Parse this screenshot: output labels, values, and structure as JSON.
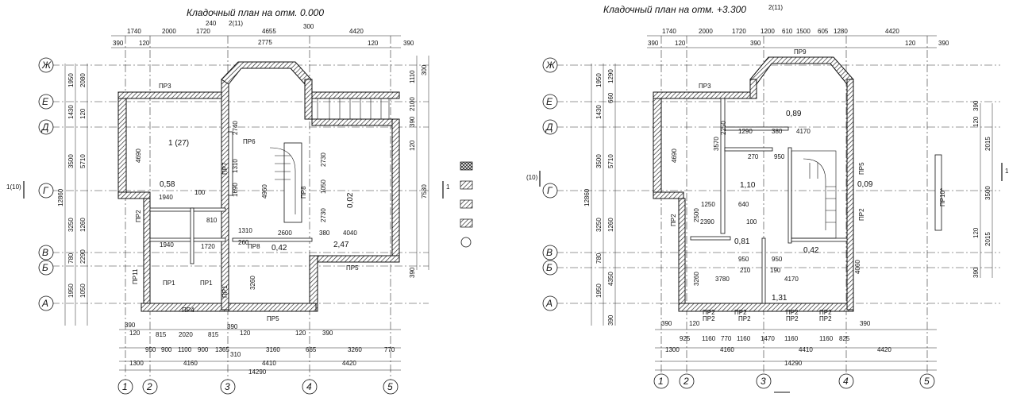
{
  "plans": [
    {
      "title": "Кладочный план на отм. 0.000",
      "axes_letters": [
        "Ж",
        "Е",
        "Д",
        "Г",
        "В",
        "Б",
        "А"
      ],
      "axes_numbers": [
        "1",
        "2",
        "3",
        "4",
        "5"
      ],
      "marks": [
        "1(10)",
        "2(11)",
        "1"
      ],
      "top_dims_1": [
        "1740",
        "2000",
        "1720",
        "240",
        "4655",
        "300",
        "4420"
      ],
      "top_dims_2": [
        "390",
        "120",
        "2775",
        "120",
        "390"
      ],
      "bottom_dims_1": [
        "390",
        "120",
        "815",
        "2020",
        "815",
        "390",
        "120",
        "120",
        "390"
      ],
      "bottom_dims_2": [
        "950",
        "900",
        "1100",
        "900",
        "1365",
        "3160",
        "665",
        "3260",
        "770"
      ],
      "bottom_dims_3": [
        "1300",
        "4160",
        "4410",
        "4420"
      ],
      "bottom_total": "14290",
      "left_dims_1": [
        "1950",
        "1430",
        "3500",
        "3250",
        "780",
        "1950"
      ],
      "left_dims_2": [
        "2080",
        "120",
        "5710",
        "1260",
        "2290",
        "1050"
      ],
      "left_total": "12860",
      "right_dims": [
        "1110",
        "300",
        "2100",
        "390",
        "7530",
        "120",
        "390"
      ],
      "room_labels": [
        "1 (27)",
        "0,58",
        "0,42",
        "2,47",
        "0,02"
      ],
      "openings": [
        "ПР3",
        "ПР6",
        "ПР7",
        "ПР8",
        "ПР8",
        "ПР2",
        "ПР1",
        "ПР1",
        "ПР1",
        "ПР4",
        "ПР5",
        "ПР5",
        "ПР11"
      ],
      "inner_dims": [
        "4690",
        "2740",
        "1310",
        "1690",
        "4960",
        "2730",
        "1050",
        "2730",
        "1940",
        "1940",
        "1720",
        "3260",
        "2600",
        "4040",
        "380",
        "310",
        "810",
        "1310",
        "260",
        "100"
      ]
    },
    {
      "title": "Кладочный план на отм. +3.300",
      "axes_letters": [
        "Ж",
        "Е",
        "Д",
        "Г",
        "В",
        "Б",
        "А"
      ],
      "axes_numbers": [
        "1",
        "2",
        "3",
        "4",
        "5"
      ],
      "marks": [
        "(10)",
        "2(11)",
        "1",
        "ПР10*"
      ],
      "top_dims_1": [
        "1740",
        "2000",
        "1720",
        "1200",
        "610",
        "1500",
        "605",
        "1280",
        "4420"
      ],
      "top_dims_2": [
        "390",
        "120",
        "390",
        "120",
        "390"
      ],
      "bottom_dims_1": [
        "390",
        "120",
        "ПР2",
        "ПР2",
        "ПР2",
        "ПР2",
        "390"
      ],
      "bottom_dims_2": [
        "925",
        "1160",
        "770",
        "1160",
        "1470",
        "1160",
        "1160",
        "825"
      ],
      "bottom_dims_3": [
        "1300",
        "4160",
        "4410",
        "4420"
      ],
      "bottom_total": "14290",
      "left_dims_1": [
        "1950",
        "1430",
        "3500",
        "3250",
        "780",
        "1950"
      ],
      "left_dims_2": [
        "1290",
        "660",
        "5710",
        "1260",
        "4350",
        "390"
      ],
      "left_total": "12860",
      "right_dims": [
        "390",
        "120",
        "2015",
        "3500",
        "2015",
        "120",
        "390"
      ],
      "room_labels": [
        "0,89",
        "1,10",
        "0,81",
        "0,42",
        "1,31",
        "0,09"
      ],
      "openings": [
        "ПР9",
        "ПР3",
        "ПР2",
        "ПР2",
        "ПР2",
        "ПР2",
        "ПР2",
        "ПР2",
        "ПР5"
      ],
      "inner_dims": [
        "4690",
        "3570",
        "2250",
        "2500",
        "2390",
        "3260",
        "3780",
        "4170",
        "4170",
        "4060",
        "1290",
        "380",
        "950",
        "950",
        "950",
        "1250",
        "640",
        "100",
        "270",
        "210",
        "190"
      ]
    }
  ],
  "legend": {
    "items": [
      "brick-crosshatch",
      "brick-hatch",
      "brick-hatch",
      "brick-hatch",
      "circle-symbol"
    ]
  }
}
